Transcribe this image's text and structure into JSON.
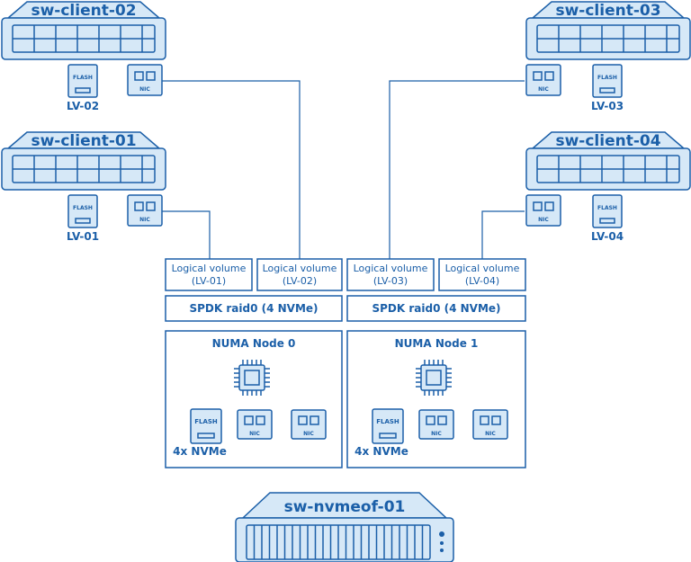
{
  "clients": {
    "c02": {
      "title": "sw-client-02",
      "lv": "LV-02",
      "flash": "FLASH",
      "nic": "NIC"
    },
    "c01": {
      "title": "sw-client-01",
      "lv": "LV-01",
      "flash": "FLASH",
      "nic": "NIC"
    },
    "c03": {
      "title": "sw-client-03",
      "lv": "LV-03",
      "flash": "FLASH",
      "nic": "NIC"
    },
    "c04": {
      "title": "sw-client-04",
      "lv": "LV-04",
      "flash": "FLASH",
      "nic": "NIC"
    }
  },
  "volumes": [
    {
      "line1": "Logical volume",
      "line2": "(LV-01)"
    },
    {
      "line1": "Logical volume",
      "line2": "(LV-02)"
    },
    {
      "line1": "Logical volume",
      "line2": "(LV-03)"
    },
    {
      "line1": "Logical volume",
      "line2": "(LV-04)"
    }
  ],
  "spdk": [
    {
      "label": "SPDK raid0 (4 NVMe)"
    },
    {
      "label": "SPDK raid0 (4 NVMe)"
    }
  ],
  "numa": [
    {
      "title": "NUMA Node 0",
      "nvme": "4x NVMe",
      "flash": "FLASH",
      "nic": "NIC"
    },
    {
      "title": "NUMA Node 1",
      "nvme": "4x NVMe",
      "flash": "FLASH",
      "nic": "NIC"
    }
  ],
  "target": {
    "title": "sw-nvmeof-01"
  },
  "colors": {
    "primary": "#1b5fa8",
    "light": "#d6e8f7"
  }
}
